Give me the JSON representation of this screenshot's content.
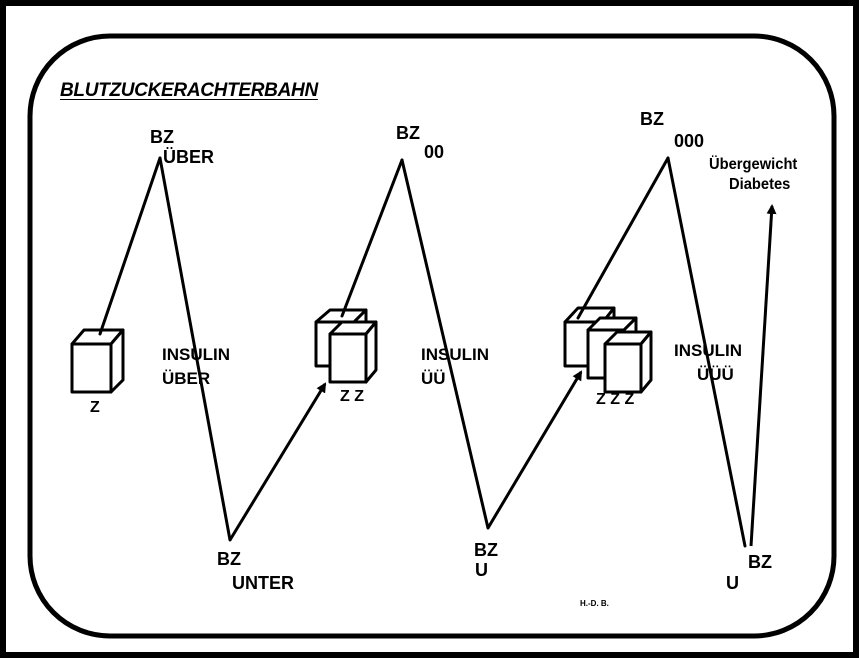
{
  "title": "BLUTZUCKERACHTERBAHN",
  "peaks": [
    {
      "bz": "BZ",
      "label": "ÜBER"
    },
    {
      "bz": "BZ",
      "label": "00"
    },
    {
      "bz": "BZ",
      "label": "000"
    }
  ],
  "troughs": [
    {
      "bz": "BZ",
      "label": "UNTER"
    },
    {
      "bz": "BZ",
      "label": "U"
    },
    {
      "bz": "BZ",
      "label": "U"
    }
  ],
  "insulin": [
    {
      "line1": "INSULIN",
      "line2": "ÜBER"
    },
    {
      "line1": "INSULIN",
      "line2": "ÜÜ"
    },
    {
      "line1": "INSULIN",
      "line2": "ÜÜÜ"
    }
  ],
  "sugar_labels": [
    "Z",
    "Z Z",
    "Z Z Z"
  ],
  "outcome": {
    "line1": "Übergewicht",
    "line2": "Diabetes"
  },
  "author": "H.-D. B."
}
